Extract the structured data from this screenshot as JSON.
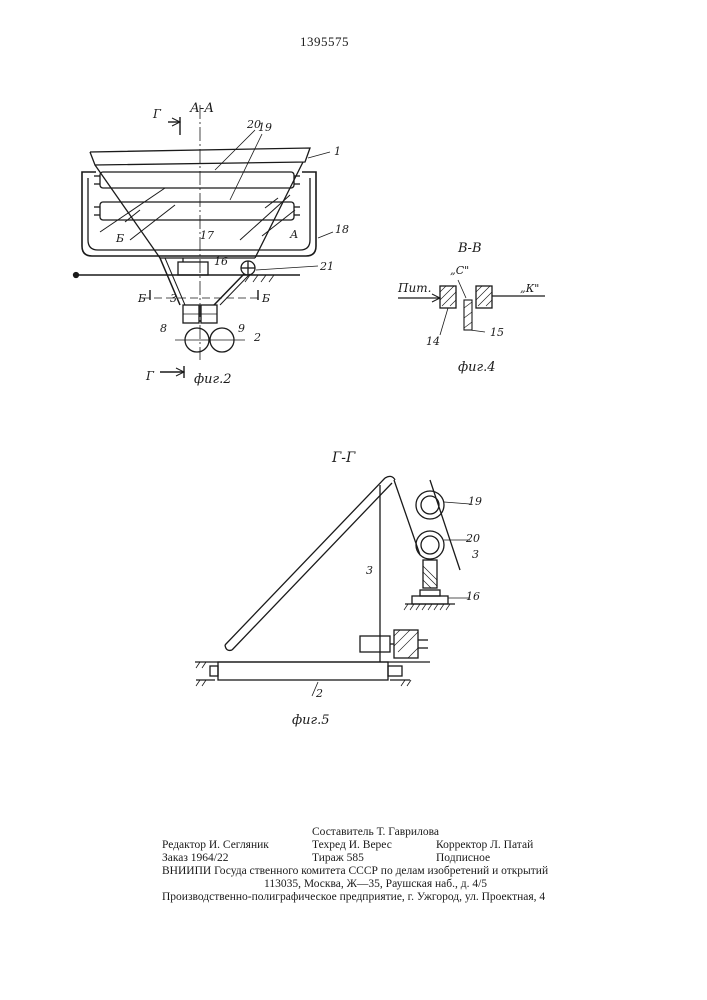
{
  "patent_number": "1395575",
  "fig2": {
    "section_title": "А-А",
    "caption": "фиг.2",
    "cut_letter_g": "Г",
    "cut_letter_b": "Б",
    "labels": {
      "l1": "1",
      "l2": "2",
      "l3": "3",
      "l8": "8",
      "l9": "9",
      "l16": "16",
      "l17": "17",
      "l18": "18",
      "l19": "19",
      "l20": "20",
      "l21": "21",
      "lA": "А",
      "lB": "Б"
    }
  },
  "fig4": {
    "section_title": "В-В",
    "caption": "фиг.4",
    "input_label": "Пит.",
    "c_label": "„С\"",
    "k_label": "„К\"",
    "labels": {
      "l14": "14",
      "l15": "15"
    }
  },
  "fig5": {
    "section_title": "Г-Г",
    "caption": "фиг.5",
    "labels": {
      "l2": "2",
      "l3a": "3",
      "l3b": "3",
      "l16": "16",
      "l19": "19",
      "l20": "20"
    }
  },
  "imprint": {
    "compiler": "Составитель Т. Гаврилова",
    "editor": "Редактор И. Сегляник",
    "techred": "Техред И. Верес",
    "corrector": "Корректор Л. Патай",
    "order": "Заказ 1964/22",
    "circulation": "Тираж 585",
    "subscription": "Подписное",
    "vniipi": "ВНИИПИ Госуда ственного комитета СССР по делам изобретений и открытий",
    "address": "113035, Москва, Ж—35, Раушская наб., д. 4/5",
    "printer": "Производственно-полиграфическое предприятие, г. Ужгород, ул. Проектная, 4"
  }
}
